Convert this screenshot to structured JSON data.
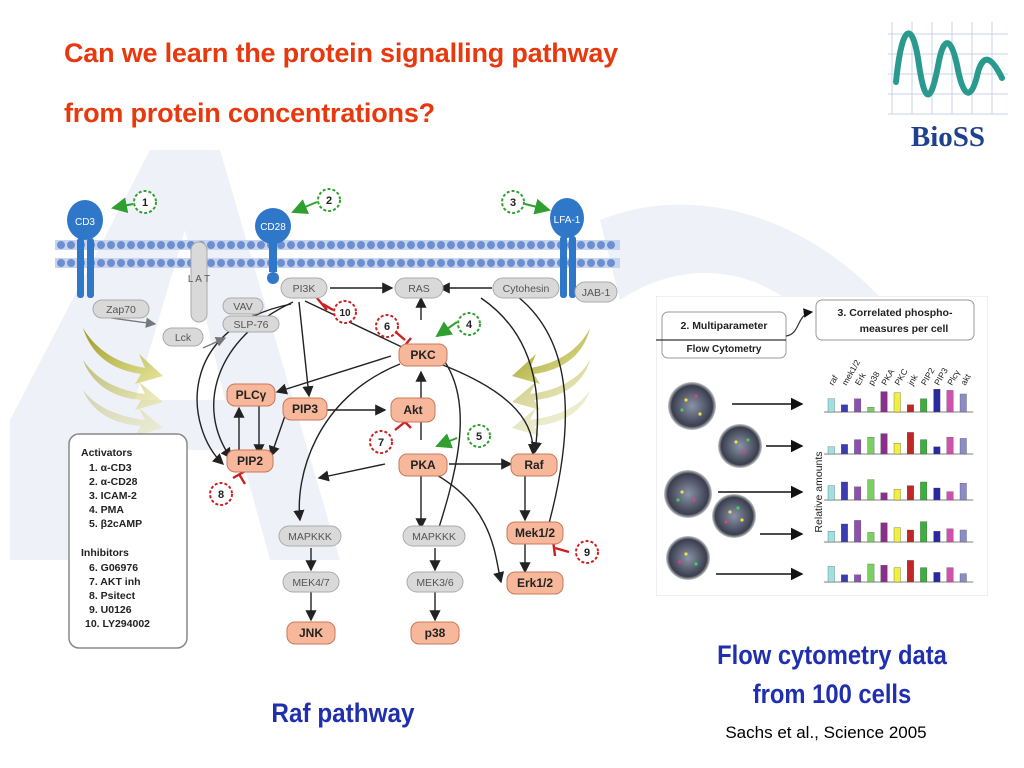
{
  "slide": {
    "title_line1": "Can we learn the protein signalling pathway",
    "title_line2": "from protein concentrations?",
    "caption_left": "Raf pathway",
    "caption_right_line1": "Flow cytometry data",
    "caption_right_line2": "from 100 cells",
    "citation": "Sachs et al., Science 2005"
  },
  "logo": {
    "text": "BioSS",
    "accent": "#2a9a8f",
    "text_color": "#1f3f8f"
  },
  "colors": {
    "title": "#e8380d",
    "caption": "#1f2fb0",
    "node_active": "#f7b79a",
    "node_inactive": "#d9d9d9",
    "receptor": "#2f77c9",
    "activator": "#2fa030",
    "inhibitor": "#cc2020"
  },
  "pathway": {
    "receptors": {
      "cd3": "CD3",
      "cd28": "CD28",
      "lfa1": "LFA-1"
    },
    "markers": [
      "1",
      "2",
      "3",
      "4",
      "5",
      "6",
      "7",
      "8",
      "9",
      "10"
    ],
    "adaptors": {
      "zap70": "Zap70",
      "lat": "L A T",
      "lck": "Lck",
      "vav": "VAV",
      "slp76": "SLP-76",
      "pi3k": "PI3K",
      "ras": "RAS",
      "cytohesin": "Cytohesin",
      "jab1": "JAB-1",
      "mapkkk1": "MAPKKK",
      "mapkkk2": "MAPKKK",
      "mek47": "MEK4/7",
      "mek36": "MEK3/6"
    },
    "measured": {
      "pkc": "PKC",
      "plcg": "PLCγ",
      "pip3": "PIP3",
      "akt": "Akt",
      "pip2": "PIP2",
      "pka": "PKA",
      "raf": "Raf",
      "mek12": "Mek1/2",
      "erk12": "Erk1/2",
      "jnk": "JNK",
      "p38": "p38"
    },
    "legend": {
      "activators_title": "Activators",
      "activators": [
        "1. α-CD3",
        "2. α-CD28",
        "3. ICAM-2",
        "4. PMA",
        "5. β2cAMP"
      ],
      "inhibitors_title": "Inhibitors",
      "inhibitors": [
        "6. G06976",
        "7. AKT inh",
        "8. Psitect",
        "9. U0126",
        "10. LY294002"
      ]
    }
  },
  "flow": {
    "box_left_line1": "2. Multiparameter",
    "box_left_line2": "Flow Cytometry",
    "box_right_line1": "3. Correlated phospho-",
    "box_right_line2": "measures per cell",
    "y_axis": "Relative amounts",
    "columns": [
      "raf",
      "mek1/2",
      "Erk",
      "p38",
      "PKA",
      "PKC",
      "jnk",
      "PIP2",
      "PIP3",
      "Plcγ",
      "akt"
    ],
    "bar_colors": [
      "#9fe0e0",
      "#3c3cb0",
      "#8c50b0",
      "#7ad060",
      "#8c2f8c",
      "#f0f040",
      "#c02828",
      "#3cb03c",
      "#2a2aa0",
      "#d050b0",
      "#8c8cc8"
    ],
    "rows": [
      [
        0.55,
        0.3,
        0.55,
        0.2,
        0.85,
        0.8,
        0.3,
        0.55,
        0.95,
        0.9,
        0.75
      ],
      [
        0.3,
        0.4,
        0.6,
        0.7,
        0.85,
        0.45,
        0.9,
        0.6,
        0.3,
        0.7,
        0.65
      ],
      [
        0.6,
        0.75,
        0.55,
        0.85,
        0.3,
        0.45,
        0.6,
        0.75,
        0.5,
        0.35,
        0.7
      ],
      [
        0.45,
        0.75,
        0.9,
        0.4,
        0.8,
        0.6,
        0.5,
        0.85,
        0.45,
        0.55,
        0.5
      ],
      [
        0.65,
        0.3,
        0.3,
        0.75,
        0.7,
        0.6,
        0.9,
        0.6,
        0.4,
        0.6,
        0.35
      ]
    ]
  }
}
